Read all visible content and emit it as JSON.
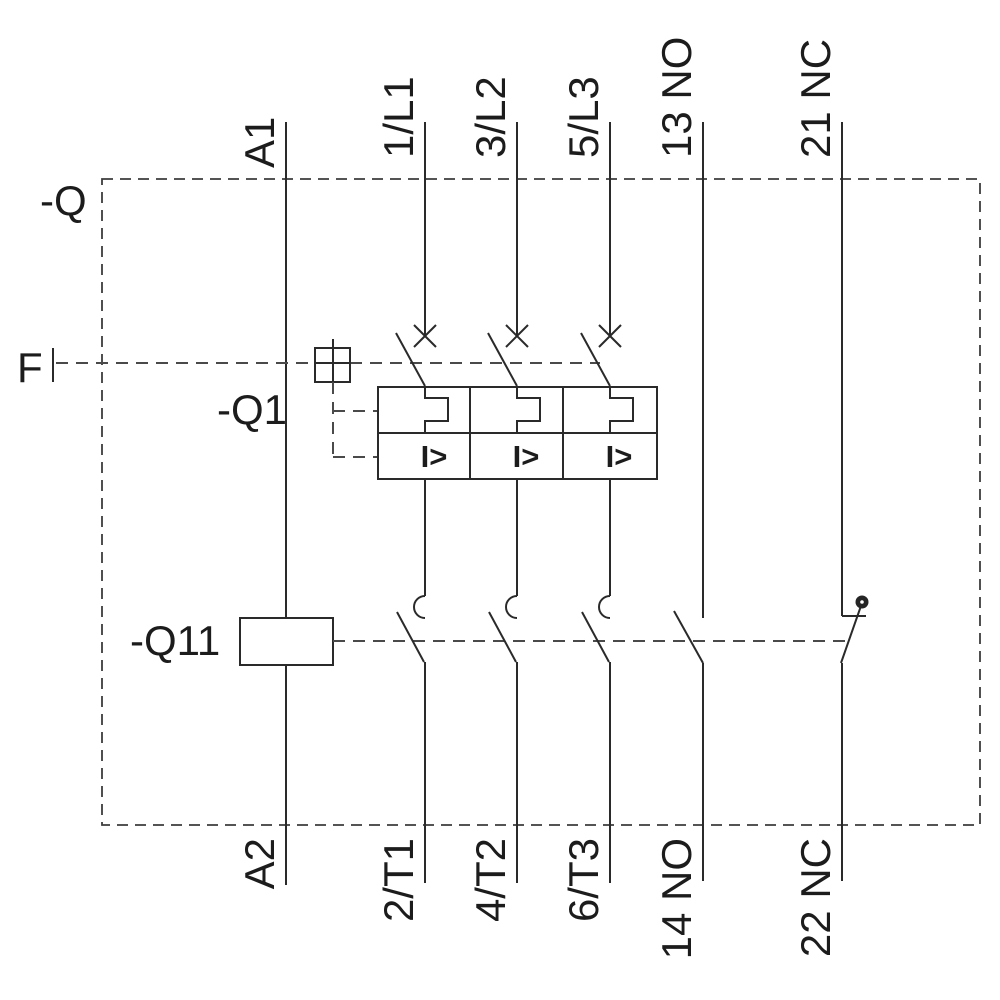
{
  "colors": {
    "background": "#ffffff",
    "line": "#2a2a2a",
    "dashed_line": "#4a4a4a",
    "text": "#1c1c1c"
  },
  "components": {
    "enclosure": {
      "label": "-Q"
    },
    "trip_input": {
      "label": "F"
    },
    "breaker": {
      "label": "-Q1",
      "overcurrent_release": "I>"
    },
    "contactor": {
      "label": "-Q11"
    }
  },
  "terminals": {
    "top": [
      {
        "label": "A1"
      },
      {
        "label": "1/L1"
      },
      {
        "label": "3/L2"
      },
      {
        "label": "5/L3"
      },
      {
        "label": "13 NO"
      },
      {
        "label": "21 NC"
      }
    ],
    "bottom": [
      {
        "label": "A2"
      },
      {
        "label": "2/T1"
      },
      {
        "label": "4/T2"
      },
      {
        "label": "6/T3"
      },
      {
        "label": "14 NO"
      },
      {
        "label": "22 NC"
      }
    ]
  }
}
